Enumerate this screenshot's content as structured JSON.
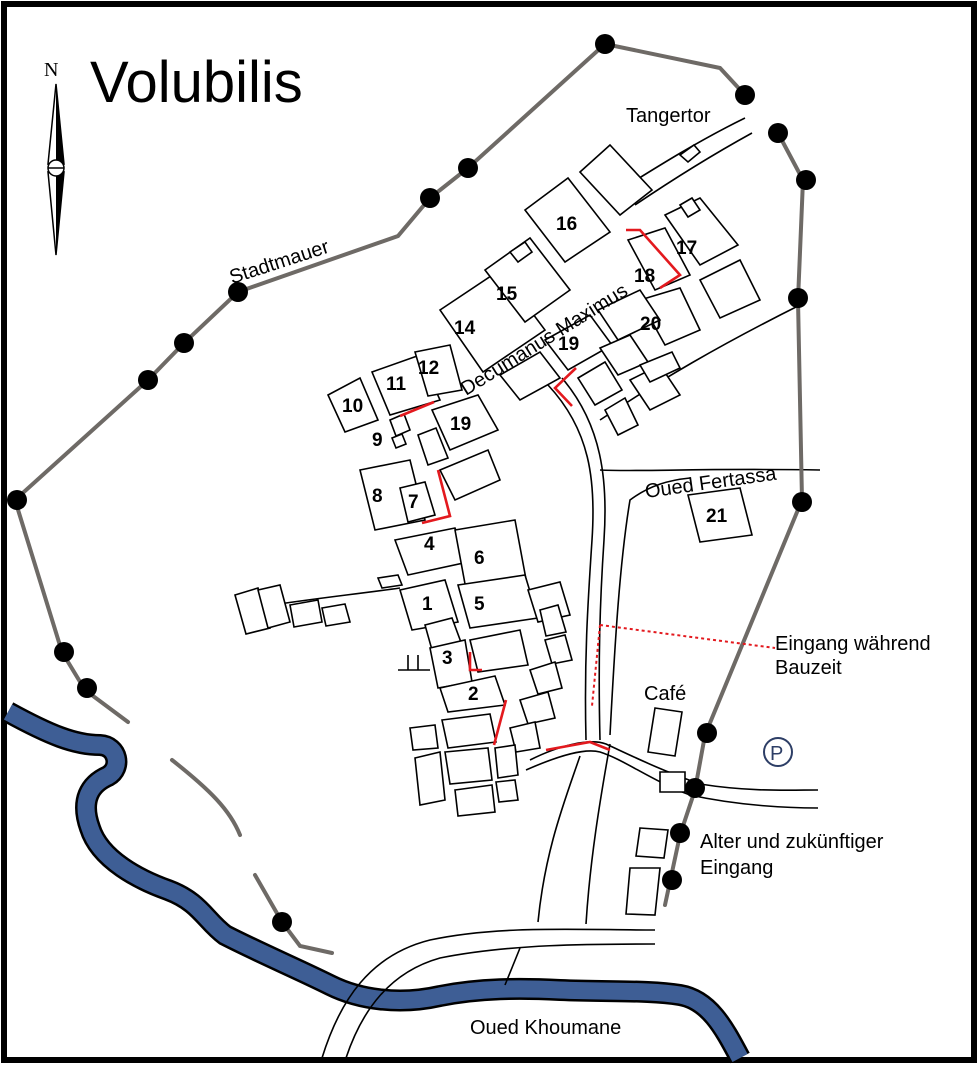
{
  "map": {
    "title": "Volubilis",
    "north_label": "N",
    "labels": {
      "tangertor": "Tangertor",
      "stadtmauer": "Stadtmauer",
      "decumanus": "Decumanus Maximus",
      "oued_fertassa": "Oued Fertassa",
      "eingang_bauzeit_1": "Eingang während",
      "eingang_bauzeit_2": "Bauzeit",
      "cafe": "Café",
      "parking": "P",
      "alter_eingang_1": "Alter und zukünftiger",
      "alter_eingang_2": "Eingang",
      "oued_khoumane": "Oued Khoumane"
    },
    "numbers": {
      "n1": "1",
      "n2": "2",
      "n3": "3",
      "n4": "4",
      "n5": "5",
      "n6": "6",
      "n7": "7",
      "n8": "8",
      "n9": "9",
      "n10": "10",
      "n11": "11",
      "n12": "12",
      "n14": "14",
      "n15": "15",
      "n16": "16",
      "n17": "17",
      "n18": "18",
      "n19a": "19",
      "n19b": "19",
      "n20": "20",
      "n21": "21"
    },
    "colors": {
      "river": "#3e5e95",
      "wall": "#6e6a66",
      "route": "#e3191e",
      "frame": "#000000"
    }
  }
}
